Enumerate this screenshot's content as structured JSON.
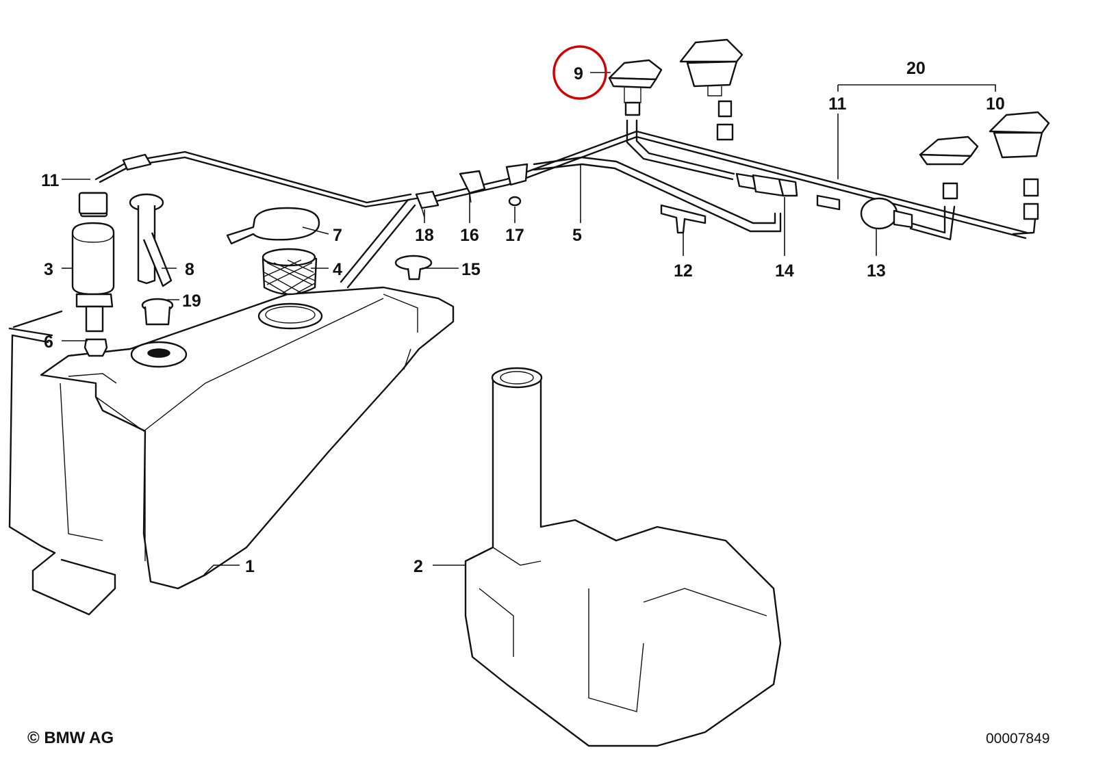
{
  "diagram": {
    "callouts": {
      "c1": "1",
      "c2": "2",
      "c3": "3",
      "c4": "4",
      "c5": "5",
      "c6": "6",
      "c7": "7",
      "c8": "8",
      "c9": "9",
      "c10": "10",
      "c11a": "11",
      "c11b": "11",
      "c12": "12",
      "c13": "13",
      "c14": "14",
      "c15": "15",
      "c16": "16",
      "c17": "17",
      "c18": "18",
      "c19": "19",
      "c20": "20"
    },
    "highlighted_part": "9",
    "highlight_color": "#d40000"
  },
  "footer": {
    "copyright": "© BMW AG",
    "drawing_number": "00007849"
  }
}
